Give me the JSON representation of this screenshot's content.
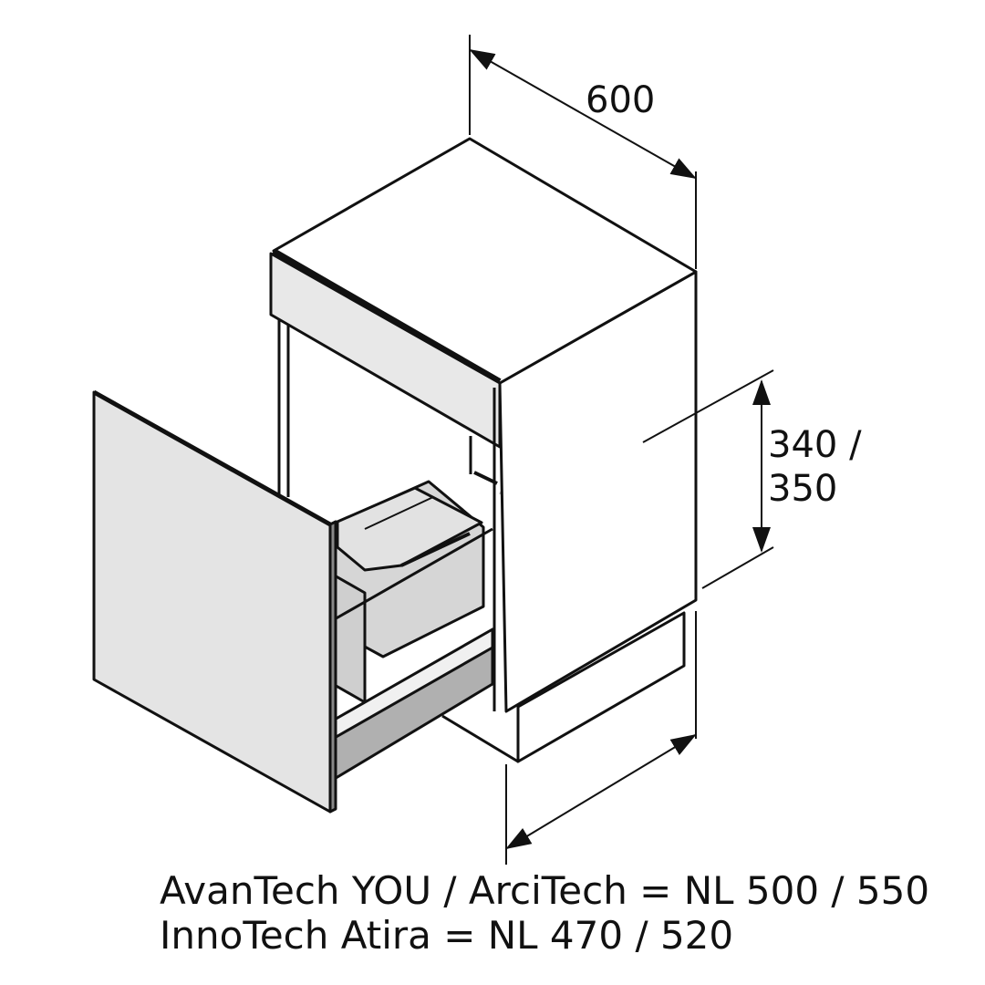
{
  "dimensions": {
    "width": "600",
    "height_line1": "340 /",
    "height_line2": "350"
  },
  "caption": {
    "line1": "AvanTech YOU / ArciTech = NL 500 / 550",
    "line2": "InnoTech Atira = NL 470 / 520"
  },
  "colors": {
    "line": "#111111",
    "panel": "#e4e4e4",
    "bin": "#d4d4d4",
    "shadow": "#aaaaaa"
  }
}
